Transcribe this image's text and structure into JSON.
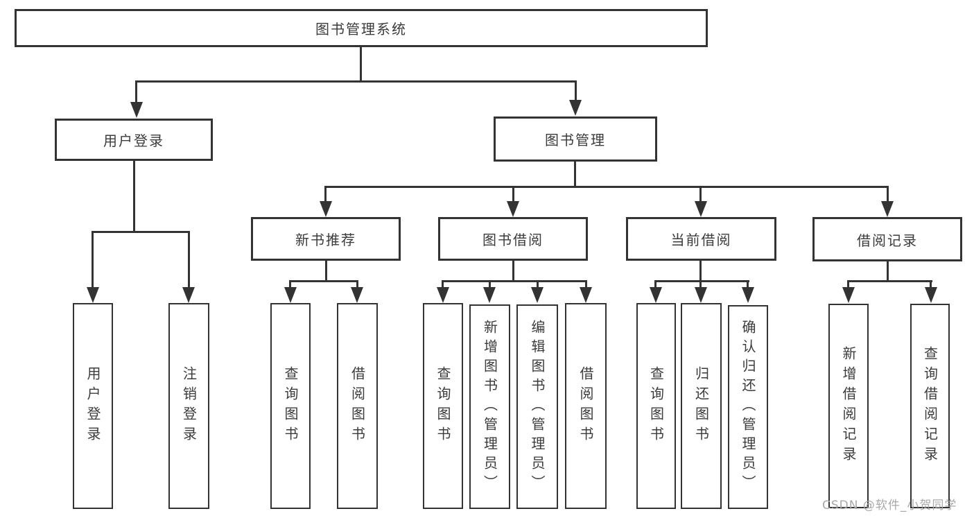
{
  "colors": {
    "line": "#333333",
    "box_border": "#333333",
    "text": "#3b3b3b",
    "background": "#ffffff",
    "watermark": "#a8a8a8"
  },
  "icons": {
    "arrow_down": "solid-triangle-down"
  },
  "tree": {
    "root": {
      "label": "图书管理系统",
      "children": [
        {
          "label": "用户登录",
          "children": [
            {
              "label": "用户登录"
            },
            {
              "label": "注销登录"
            }
          ]
        },
        {
          "label": "图书管理",
          "children": [
            {
              "label": "新书推荐",
              "children": [
                {
                  "label": "查询图书"
                },
                {
                  "label": "借阅图书"
                }
              ]
            },
            {
              "label": "图书借阅",
              "children": [
                {
                  "label": "查询图书"
                },
                {
                  "label": "新增图书（管理员）"
                },
                {
                  "label": "编辑图书（管理员）"
                },
                {
                  "label": "借阅图书"
                }
              ]
            },
            {
              "label": "当前借阅",
              "children": [
                {
                  "label": "查询图书"
                },
                {
                  "label": "归还图书"
                },
                {
                  "label": "确认归还（管理员）"
                }
              ]
            },
            {
              "label": "借阅记录",
              "children": [
                {
                  "label": "新增借阅记录"
                },
                {
                  "label": "查询借阅记录"
                }
              ]
            }
          ]
        }
      ]
    }
  },
  "watermark": {
    "text": "CSDN @软件_小贺同学"
  }
}
